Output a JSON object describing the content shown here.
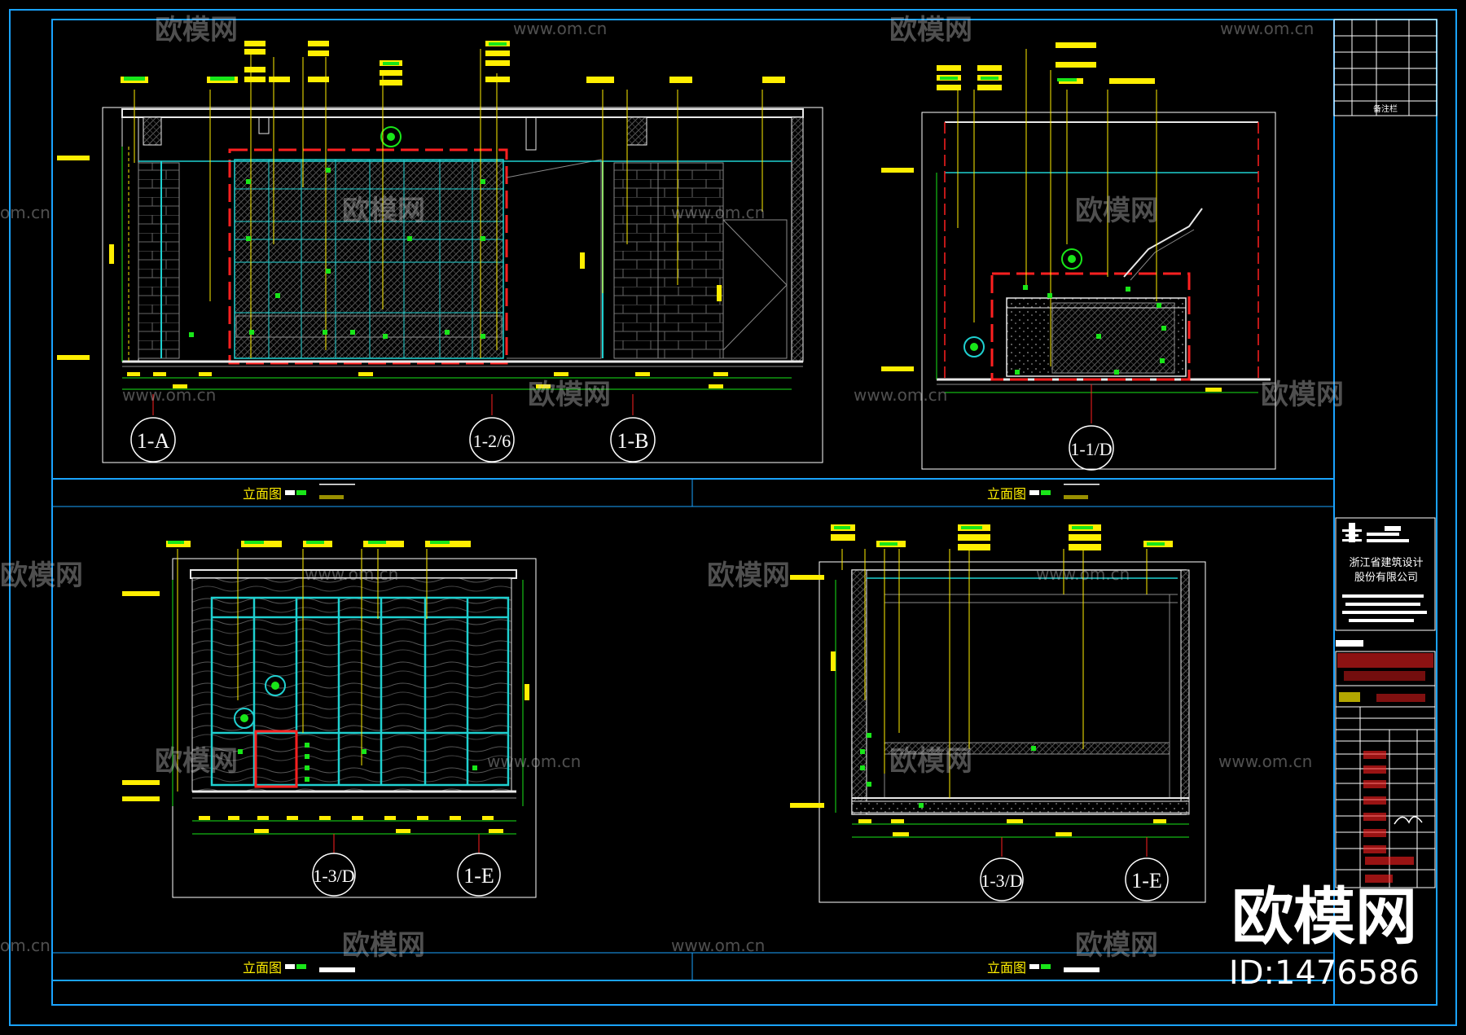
{
  "watermark": {
    "brand": "欧模网",
    "site": "www.om.cn",
    "site_short": "om.cn",
    "id_label": "ID:1476586"
  },
  "section_markers": {
    "a1": "1-A",
    "a2": "1-2/6",
    "a3": "1-B",
    "b1": "1-1/D",
    "c1": "1-3/D",
    "c2": "1-E",
    "d1": "1-3/D",
    "d2": "1-E"
  },
  "view_titles": {
    "top_left": "立面图",
    "top_right": "立面图",
    "bottom_left": "立面图",
    "bottom_right": "立面图"
  },
  "title_block": {
    "company": "浙江省建筑设计股份有限公司",
    "notes_label": "备注栏"
  },
  "colors": {
    "frame": "#1aa3ff",
    "wall": "#e8e8e8",
    "cyan": "#1fd0d0",
    "yellow": "#ffee00",
    "green": "#19e619",
    "red": "#ff2020",
    "grey": "#8a8a8a"
  }
}
